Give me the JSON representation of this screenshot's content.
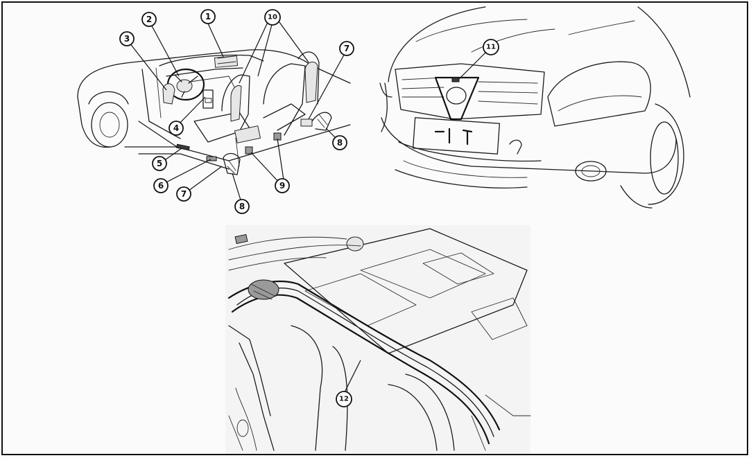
{
  "callouts": {
    "c1": "1",
    "c2": "2",
    "c3": "3",
    "c4": "4",
    "c5": "5",
    "c6": "6",
    "c7a": "7",
    "c7b": "7",
    "c8a": "8",
    "c8b": "8",
    "c9": "9",
    "c10": "10",
    "c11": "11",
    "c12": "12"
  },
  "colors": {
    "ink": "#1a1a1a",
    "paper": "#fbfbfb"
  }
}
